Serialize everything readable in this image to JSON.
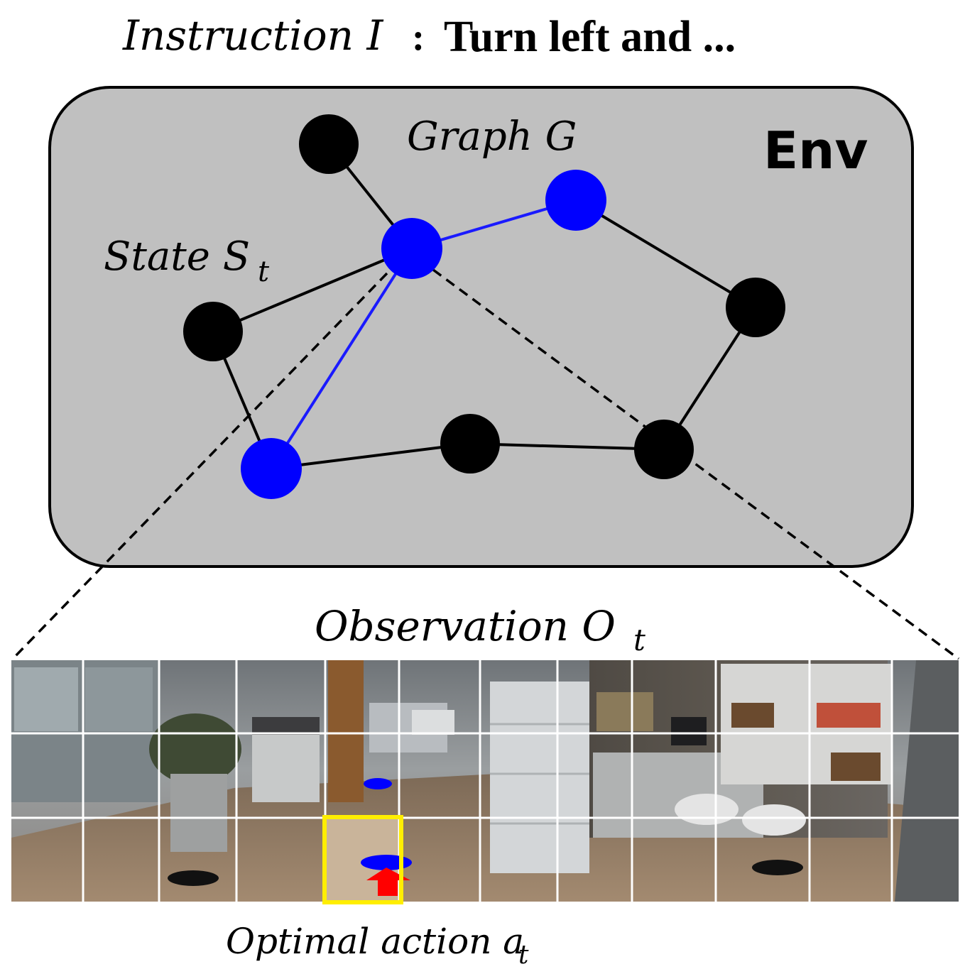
{
  "title": {
    "instruction_label": "Instruction I",
    "colon": ":",
    "instruction_text": "Turn left and ..."
  },
  "env": {
    "label": "Env",
    "graph_label": "Graph G",
    "state_label": "State S",
    "state_subscript": "t"
  },
  "observation": {
    "label": "Observation O",
    "subscript": "t"
  },
  "action": {
    "label": "Optimal action a",
    "subscript": "t"
  },
  "colors": {
    "env_fill": "#c0c0c0",
    "node_default": "#000000",
    "node_path": "#0000ff",
    "path_edge": "#1a1aff",
    "highlight_box": "#ffee00",
    "action_arrow": "#ff0000",
    "grid_line": "#ffffff"
  }
}
